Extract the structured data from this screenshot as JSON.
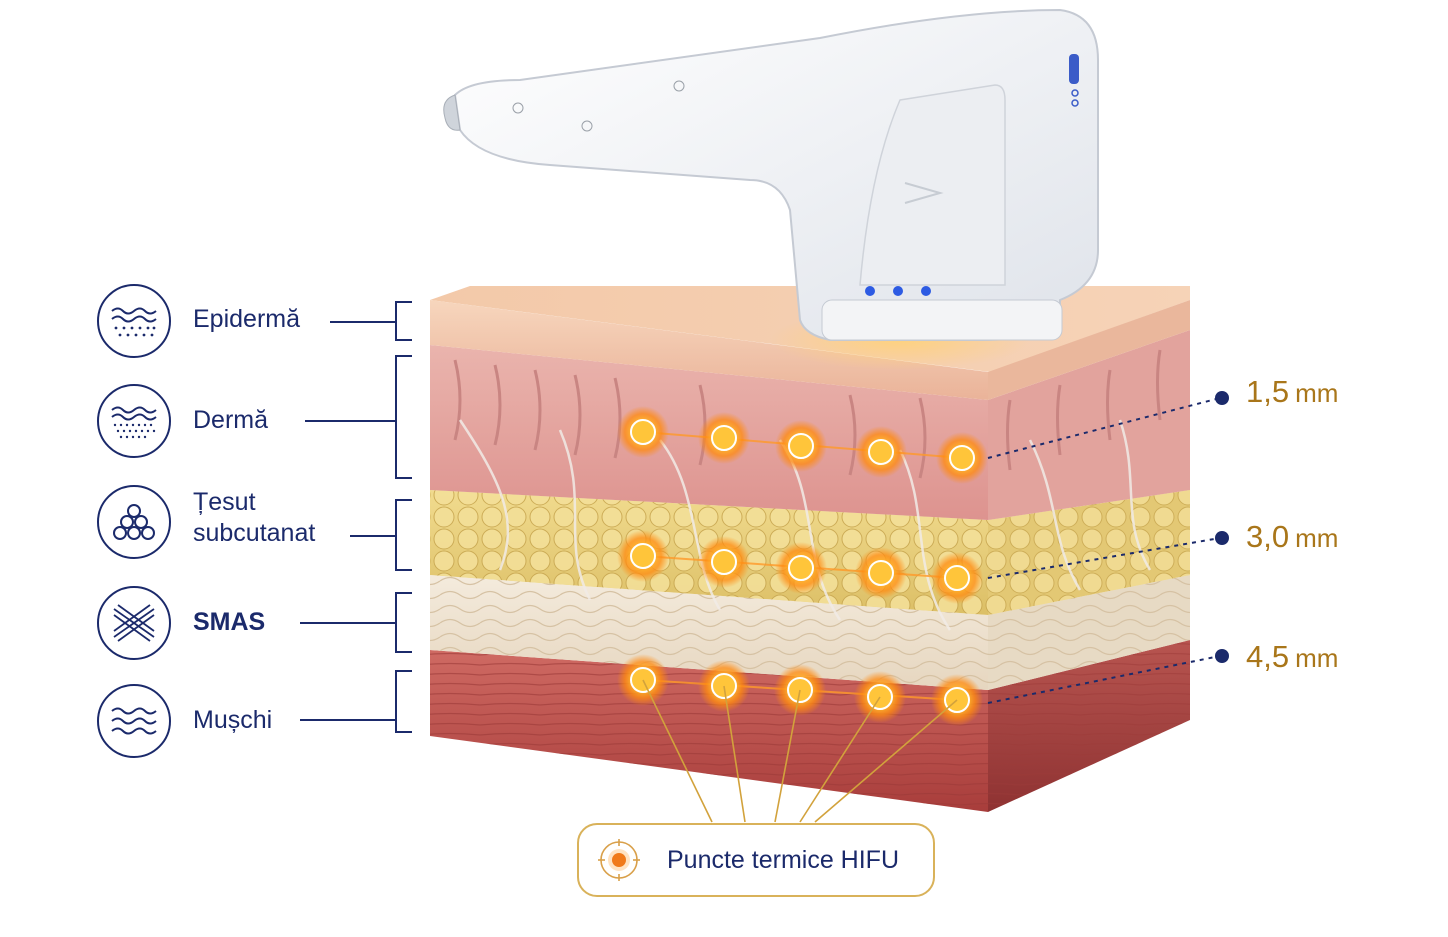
{
  "layers": [
    {
      "name": "Epidermă",
      "icon": "epidermis-icon",
      "bold": false
    },
    {
      "name": "Dermă",
      "icon": "dermis-icon",
      "bold": false
    },
    {
      "name_line1": "Țesut",
      "name_line2": "subcutanat",
      "icon": "fat-cells-icon",
      "bold": false
    },
    {
      "name": "SMAS",
      "icon": "smas-fiber-icon",
      "bold": true
    },
    {
      "name": "Mușchi",
      "icon": "muscle-icon",
      "bold": false
    }
  ],
  "depths": [
    {
      "value": "1,5",
      "unit": "mm"
    },
    {
      "value": "3,0",
      "unit": "mm"
    },
    {
      "value": "4,5",
      "unit": "mm"
    }
  ],
  "legend": {
    "label": "Puncte termice HIFU",
    "icon": "target-icon"
  },
  "device": {
    "icon": "hifu-handpiece-icon"
  },
  "colors": {
    "navy": "#1b2a6b",
    "gold": "#a9761a",
    "gold_line": "#d9b25a",
    "epidermis": "#f0c1a0",
    "dermis": "#e8a3a3",
    "fat": "#e9d07a",
    "smas": "#efe4d2",
    "muscle": "#c4504c",
    "hot_point": "#ffb020"
  }
}
